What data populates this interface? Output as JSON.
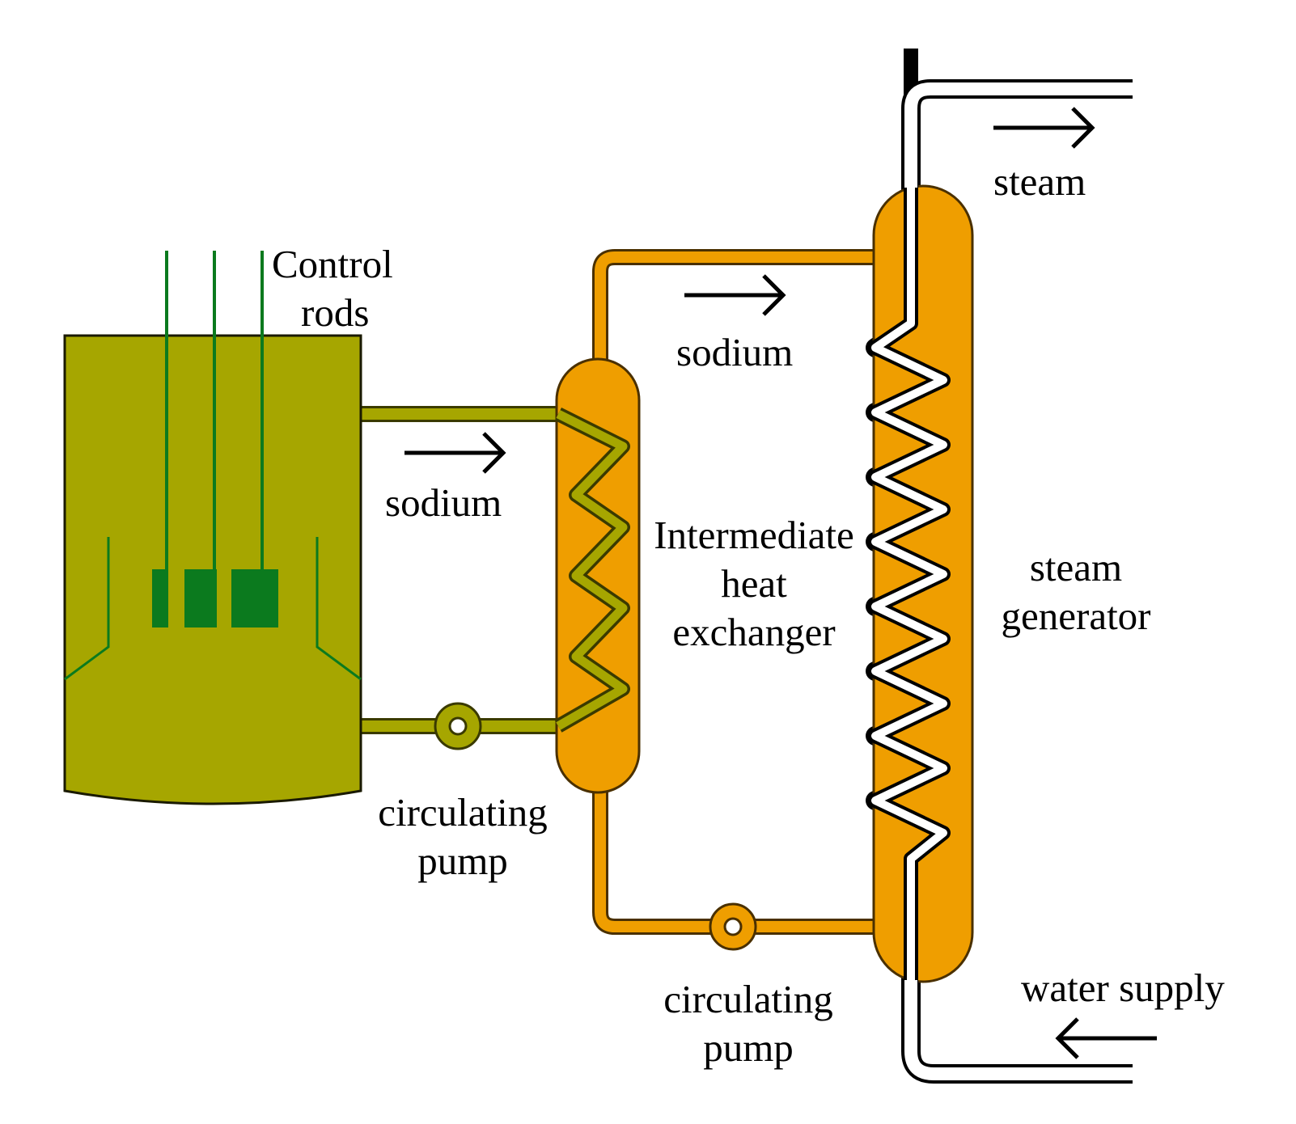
{
  "colors": {
    "reactor_vessel": "#a6a600",
    "reactor_outline": "#3a3a00",
    "control_rod": "#0b7a1e",
    "primary_pipe": "#a6a600",
    "secondary_pipe": "#ef9e00",
    "vessel_outline": "#4a3000",
    "water_steam_pipe": "#ffffff",
    "arrow": "#000000"
  },
  "labels": {
    "control_rods_1": "Control",
    "control_rods_2": "rods",
    "sodium_primary": "sodium",
    "sodium_secondary": "sodium",
    "ihx_1": "Intermediate",
    "ihx_2": "heat",
    "ihx_3": "exchanger",
    "steam_gen_1": "steam",
    "steam_gen_2": "generator",
    "steam_out": "steam",
    "water_supply": "water supply",
    "pump1_1": "circulating",
    "pump1_2": "pump",
    "pump2_1": "circulating",
    "pump2_2": "pump"
  }
}
